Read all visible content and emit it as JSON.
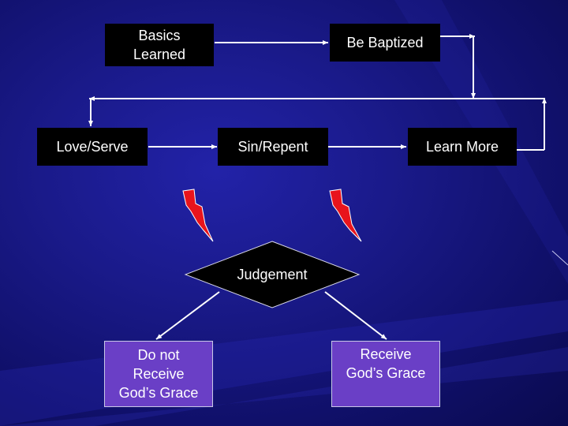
{
  "flowchart": {
    "nodes": {
      "basics_learned": "Basics\nLearned",
      "be_baptized": "Be Baptized",
      "love_serve": "Love/Serve",
      "sin_repent": "Sin/Repent",
      "learn_more": "Learn More",
      "judgement": "Judgement",
      "do_not_receive": "Do not\nReceive\nGod’s Grace",
      "receive": "Receive\nGod’s Grace"
    },
    "edges": [
      {
        "from": "basics_learned",
        "to": "be_baptized"
      },
      {
        "from": "be_baptized",
        "to": "return_path"
      },
      {
        "from": "learn_more",
        "to": "return_path"
      },
      {
        "from": "return_path",
        "to": "love_serve"
      },
      {
        "from": "love_serve",
        "to": "sin_repent"
      },
      {
        "from": "sin_repent",
        "to": "learn_more"
      },
      {
        "from": "judgement",
        "to": "do_not_receive"
      },
      {
        "from": "judgement",
        "to": "receive"
      }
    ],
    "lightning_icons": 2
  },
  "colors": {
    "background": "#1a1a8a",
    "box": "#000000",
    "outcome_box": "#6a3fc6",
    "lightning": "#e8141c",
    "connector": "#ffffff"
  }
}
